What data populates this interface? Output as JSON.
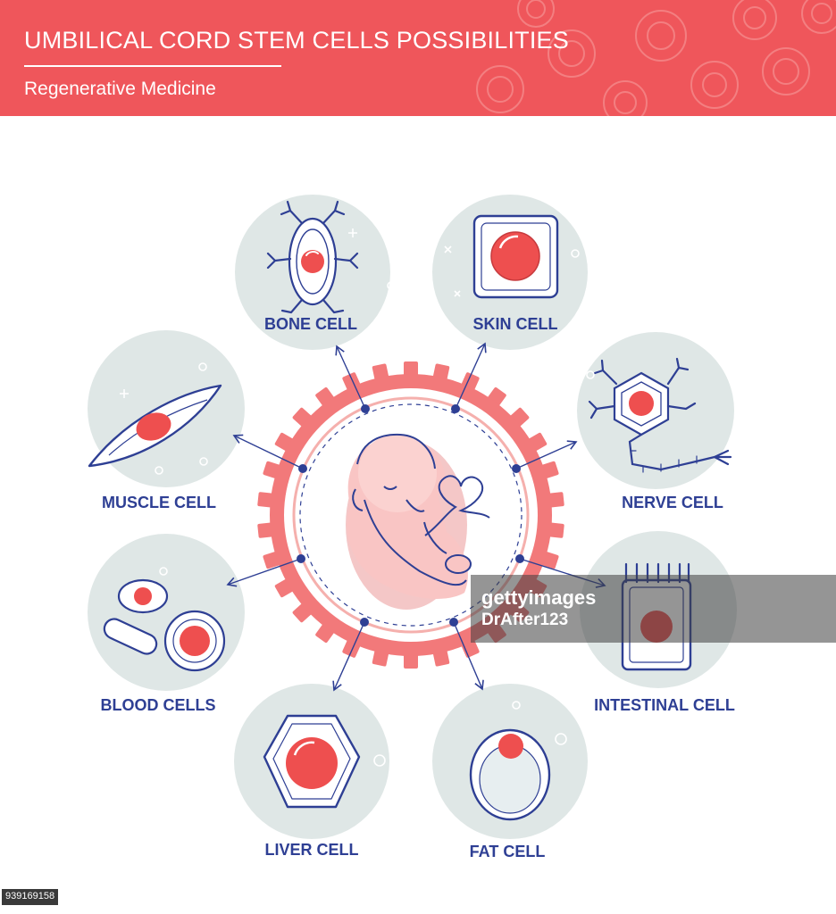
{
  "header": {
    "title": "UMBILICAL CORD STEM CELLS POSSIBILITIES",
    "subtitle": "Regenerative Medicine"
  },
  "cells": [
    {
      "id": "bone",
      "label": "BONE CELL",
      "icon": "bone-cell-icon"
    },
    {
      "id": "skin",
      "label": "SKIN CELL",
      "icon": "skin-cell-icon"
    },
    {
      "id": "nerve",
      "label": "NERVE CELL",
      "icon": "nerve-cell-icon"
    },
    {
      "id": "intestinal",
      "label": "INTESTINAL CELL",
      "icon": "intestinal-cell-icon"
    },
    {
      "id": "fat",
      "label": "FAT CELL",
      "icon": "fat-cell-icon"
    },
    {
      "id": "liver",
      "label": "LIVER CELL",
      "icon": "liver-cell-icon"
    },
    {
      "id": "blood",
      "label": "BLOOD CELLS",
      "icon": "blood-cells-icon"
    },
    {
      "id": "muscle",
      "label": "MUSCLE CELL",
      "icon": "muscle-cell-icon"
    }
  ],
  "center": {
    "icon": "fetus-icon"
  },
  "watermark": {
    "brand": "gettyimages",
    "credit": "DrAfter123"
  },
  "image_id": "939169158",
  "colors": {
    "header": "#ef565b",
    "navy": "#2e3f94",
    "circle": "#dfe7e6",
    "nucleus": "#ee4f4f",
    "gear": "#f2797a"
  }
}
